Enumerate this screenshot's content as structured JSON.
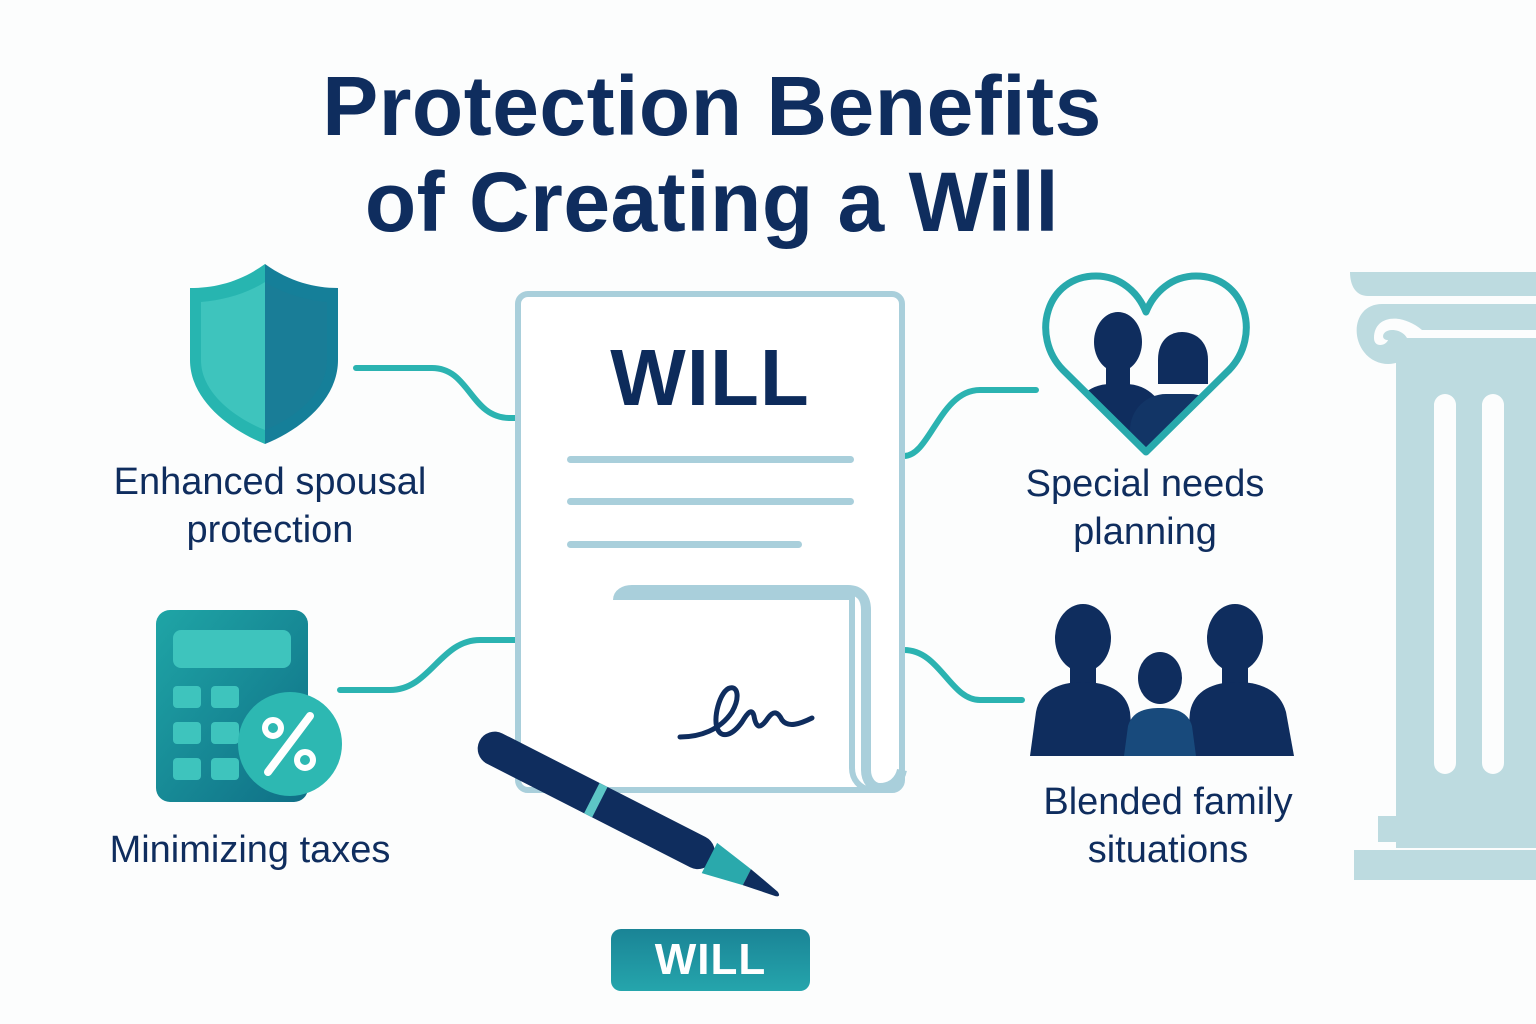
{
  "title": {
    "line1": "Protection Benefits",
    "line2": "of Creating a Will"
  },
  "document": {
    "heading": "WILL",
    "icon": "will-document-icon"
  },
  "benefits": [
    {
      "id": "spousal",
      "line1": "Enhanced spousal",
      "line2": "protection",
      "icon": "shield-icon"
    },
    {
      "id": "taxes",
      "line1": "Minimizing taxes",
      "line2": "",
      "icon": "calculator-percent-icon"
    },
    {
      "id": "special-needs",
      "line1": "Special needs",
      "line2": "planning",
      "icon": "heart-couple-icon"
    },
    {
      "id": "blended",
      "line1": "Blended family",
      "line2": "situations",
      "icon": "family-icon"
    }
  ],
  "badge": {
    "label": "WILL"
  },
  "decorations": [
    "pen-icon",
    "signature-icon",
    "column-icon"
  ],
  "colors": {
    "navy": "#0f2d5e",
    "teal": "#2bb3b1",
    "teal_dark": "#147f95",
    "light_blue": "#a9cfdb",
    "column": "#bddbe0",
    "background": "#fcfdfd"
  }
}
